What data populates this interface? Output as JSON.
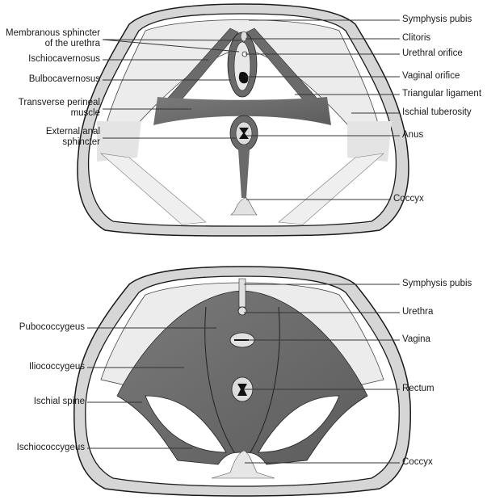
{
  "figure": {
    "top_panel": {
      "left_labels": [
        {
          "text": "Membranous sphincter",
          "text2": "of the urethra"
        },
        {
          "text": "Ischiocavernosus"
        },
        {
          "text": "Bulbocavernosus"
        },
        {
          "text": "Transverse perineal",
          "text2": "muscle"
        },
        {
          "text": "External anal",
          "text2": "sphincter"
        }
      ],
      "right_labels": [
        {
          "text": "Symphysis pubis"
        },
        {
          "text": "Clitoris"
        },
        {
          "text": "Urethral orifice"
        },
        {
          "text": "Vaginal orifice"
        },
        {
          "text": "Triangular ligament"
        },
        {
          "text": "Ischial tuberosity"
        },
        {
          "text": "Anus"
        },
        {
          "text": "Coccyx"
        }
      ]
    },
    "bottom_panel": {
      "left_labels": [
        {
          "text": "Pubococcygeus"
        },
        {
          "text": "Iliococcygeus"
        },
        {
          "text": "Ischial spine"
        },
        {
          "text": "Ischiococcygeus"
        }
      ],
      "right_labels": [
        {
          "text": "Symphysis pubis"
        },
        {
          "text": "Urethra"
        },
        {
          "text": "Vagina"
        },
        {
          "text": "Rectum"
        },
        {
          "text": "Coccyx"
        }
      ]
    },
    "colors": {
      "muscle": "#6e6e6e",
      "bone": "#d4d4d4",
      "ligament": "#ececec",
      "outline": "#1a1a1a",
      "leader": "#333333"
    }
  }
}
